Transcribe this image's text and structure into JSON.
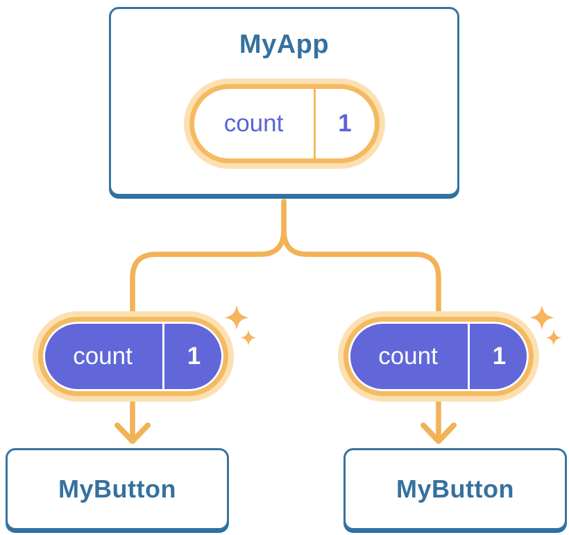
{
  "diagram": {
    "description": "React component tree sharing state",
    "root": {
      "title": "MyApp",
      "state": {
        "label": "count",
        "value": "1"
      }
    },
    "children": [
      {
        "title": "MyButton",
        "state": {
          "label": "count",
          "value": "1"
        }
      },
      {
        "title": "MyButton",
        "state": {
          "label": "count",
          "value": "1"
        }
      }
    ]
  },
  "icons": {
    "sparkle": "✦"
  },
  "colors": {
    "background": "#ffffff",
    "card_border": "#3573a1",
    "card_bottom_shadow": "#2d70a1",
    "card_text": "#35719f",
    "pill_ring_orange": "#f5ba60",
    "pill_ring_glow": "#fde0b2",
    "pill_fill_purple": "#6167d8",
    "pill_text_purple": "#5a63d8",
    "pill_text_white": "#ffffff",
    "connector_line": "#f2b257",
    "sparkle": "#f6b45c"
  }
}
